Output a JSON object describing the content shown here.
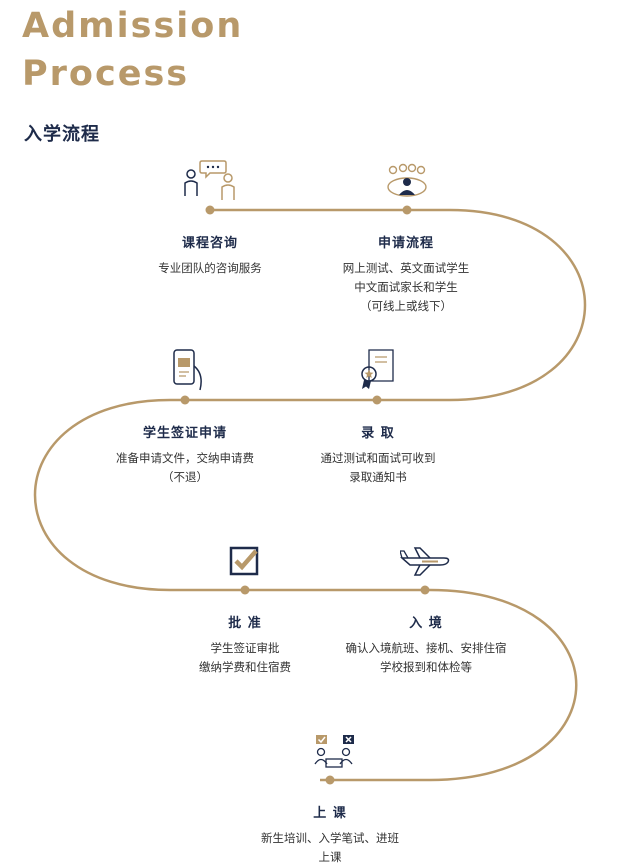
{
  "header": {
    "title_line1": "Admission",
    "title_line2": "Process",
    "subtitle": "入学流程"
  },
  "colors": {
    "gold": "#b8996a",
    "navy": "#1e2b4a"
  },
  "steps": [
    {
      "name": "课程咨询",
      "lines": [
        "专业团队的咨询服务"
      ],
      "icon": "consultation-icon"
    },
    {
      "name": "申请流程",
      "lines": [
        "网上测试、英文面试学生",
        "中文面试家长和学生",
        "（可线上或线下）"
      ],
      "icon": "group-meeting-icon"
    },
    {
      "name": "学生签证申请",
      "lines": [
        "准备申请文件，交纳申请费",
        "（不退）"
      ],
      "icon": "phone-application-icon"
    },
    {
      "name": "录 取",
      "lines": [
        "通过测试和面试可收到",
        "录取通知书"
      ],
      "icon": "certificate-icon"
    },
    {
      "name": "批 准",
      "lines": [
        "学生签证审批",
        "缴纳学费和住宿费"
      ],
      "icon": "checkbox-icon"
    },
    {
      "name": "入 境",
      "lines": [
        "确认入境航班、接机、安排住宿",
        "学校报到和体检等"
      ],
      "icon": "airplane-icon"
    },
    {
      "name": "上 课",
      "lines": [
        "新生培训、入学笔试、进班",
        "上课"
      ],
      "icon": "class-icon"
    }
  ]
}
